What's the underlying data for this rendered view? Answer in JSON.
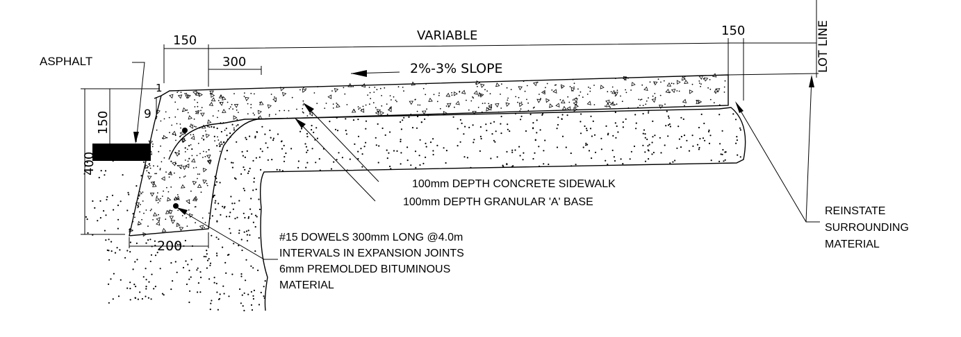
{
  "labels": {
    "asphalt": "ASPHALT",
    "lot_line": "LOT LINE",
    "slope": "2%-3% SLOPE",
    "concrete": "100mm DEPTH CONCRETE SIDEWALK",
    "granular": "100mm DEPTH GRANULAR 'A' BASE",
    "reinstate": [
      "REINSTATE",
      "SURROUNDING",
      "MATERIAL"
    ],
    "dowels": [
      "#15 DOWELS 300mm LONG @4.0m",
      "INTERVALS IN EXPANSION JOINTS",
      "6mm PREMOLDED BITUMINOUS",
      "MATERIAL"
    ]
  },
  "dimensions": {
    "curb_top_width": "150",
    "variable": "VARIABLE",
    "right_offset": "150",
    "taper": "300",
    "curb_height": "150",
    "curb_reveal": "9",
    "total_depth": "400",
    "base_width": "200",
    "batter_ratio": "1"
  },
  "colors": {
    "ink": "#000000",
    "background": "#ffffff"
  }
}
